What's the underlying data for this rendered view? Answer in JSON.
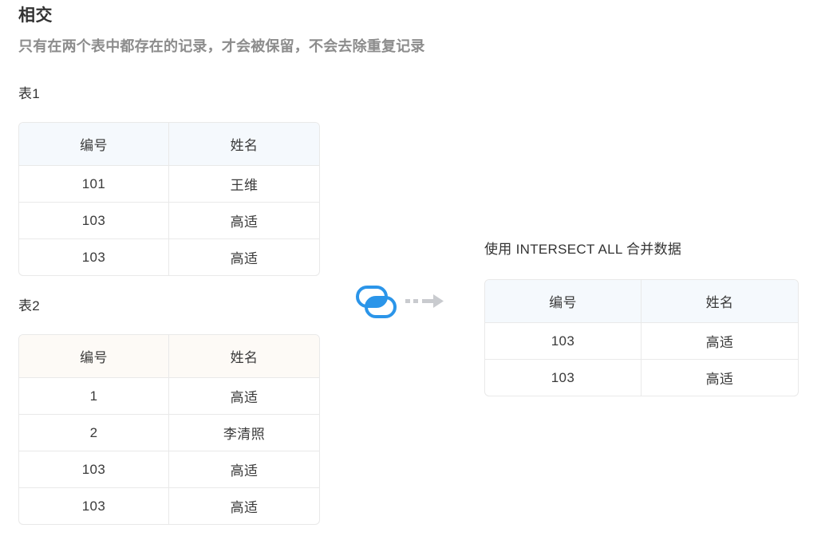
{
  "header": {
    "title": "相交",
    "subtitle": "只有在两个表中都存在的记录，才会被保留，不会去除重复记录"
  },
  "labels": {
    "table1": "表1",
    "table2": "表2",
    "result": "使用 INTERSECT ALL 合并数据"
  },
  "tables": {
    "table1": {
      "columns": [
        "编号",
        "姓名"
      ],
      "rows": [
        [
          "101",
          "王维"
        ],
        [
          "103",
          "高适"
        ],
        [
          "103",
          "高适"
        ]
      ],
      "header_background": "#f5f9fd"
    },
    "table2": {
      "columns": [
        "编号",
        "姓名"
      ],
      "rows": [
        [
          "1",
          "高适"
        ],
        [
          "2",
          "李清照"
        ],
        [
          "103",
          "高适"
        ],
        [
          "103",
          "高适"
        ]
      ],
      "header_background": "#fdfaf6"
    },
    "result": {
      "columns": [
        "编号",
        "姓名"
      ],
      "rows": [
        [
          "103",
          "高适"
        ],
        [
          "103",
          "高适"
        ]
      ],
      "header_background": "#f5f9fd"
    }
  },
  "icons": {
    "operator": "intersect-icon",
    "arrow": "dashed-arrow-right-icon",
    "operator_color": "#2b95e9",
    "arrow_color": "#c9cbcf"
  },
  "colors": {
    "title_text": "#333333",
    "subtitle_text": "#8c8c8c",
    "table_border": "#e9e9e9",
    "cell_text": "#3a3a3a",
    "accent_blue": "#2b95e9"
  }
}
